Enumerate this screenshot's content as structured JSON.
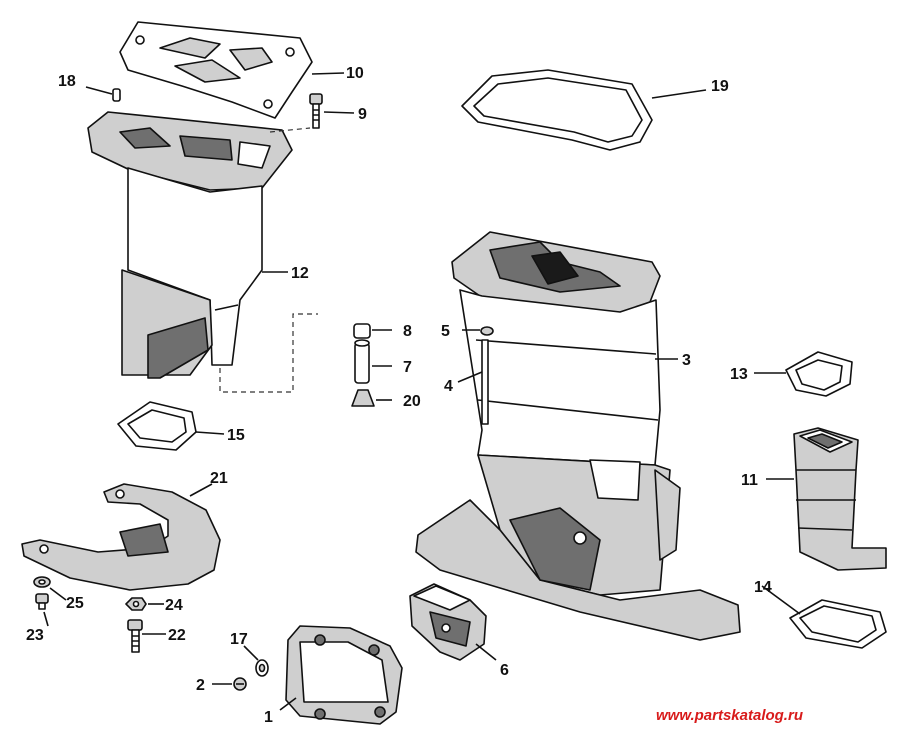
{
  "callouts": {
    "c1": "1",
    "c2": "2",
    "c3": "3",
    "c4": "4",
    "c5": "5",
    "c6": "6",
    "c7": "7",
    "c8": "8",
    "c9": "9",
    "c10": "10",
    "c11": "11",
    "c12": "12",
    "c13": "13",
    "c14": "14",
    "c15": "15",
    "c17": "17",
    "c18": "18",
    "c19": "19",
    "c20": "20",
    "c21": "21",
    "c22": "22",
    "c23": "23",
    "c24": "24",
    "c25": "25"
  },
  "watermark": "www.partskatalog.ru",
  "colors": {
    "ink": "#111111",
    "watermark": "#d81b1b",
    "shade": "#cfcfcf",
    "dark": "#6f6f6f"
  }
}
